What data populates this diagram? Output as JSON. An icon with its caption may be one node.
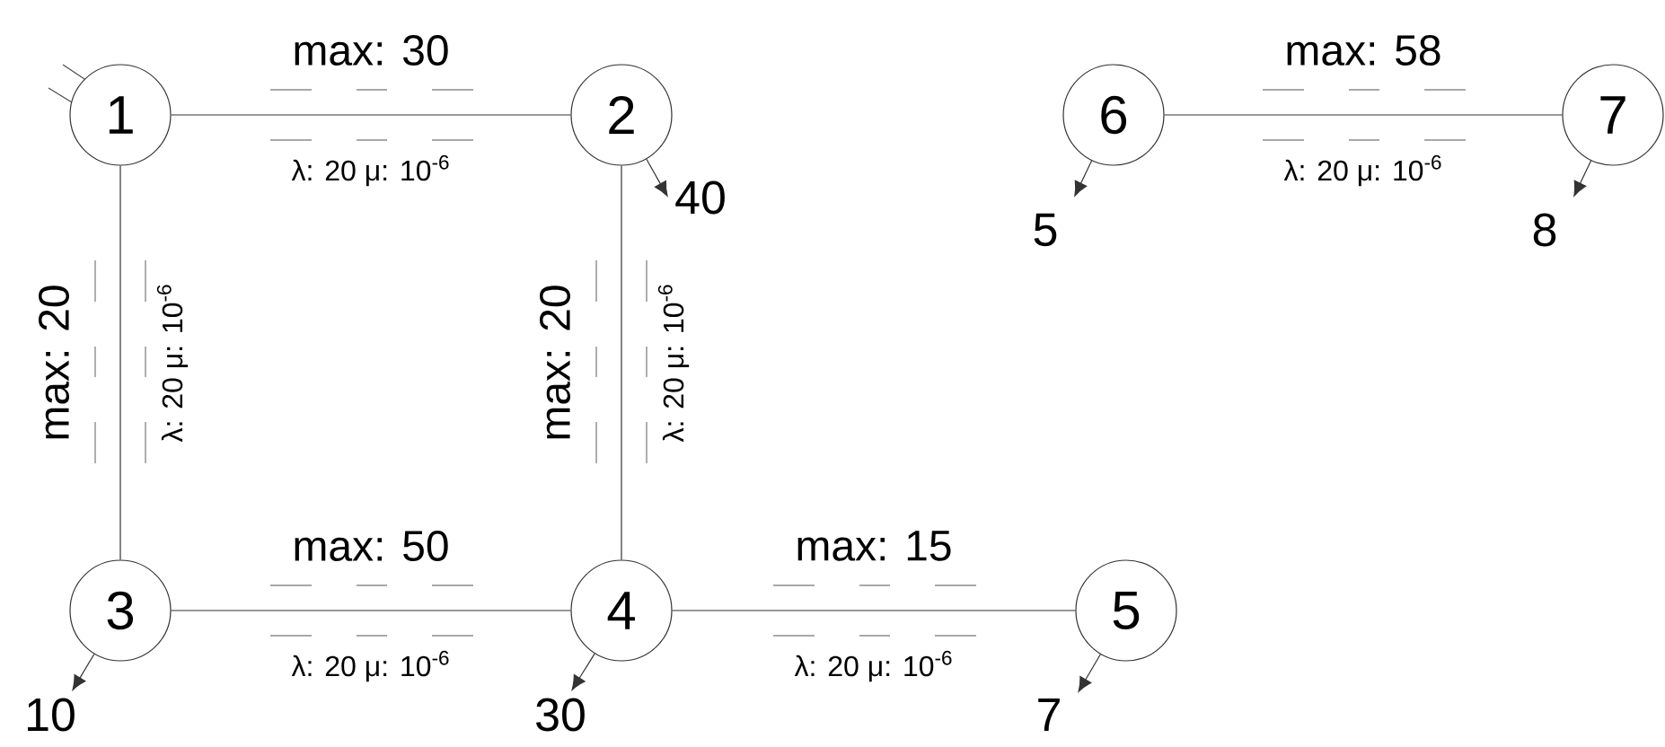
{
  "diagram": {
    "nodes": [
      {
        "text": [
          "1"
        ]
      },
      {
        "text": [
          "2"
        ]
      },
      {
        "text": [
          "6"
        ]
      },
      {
        "text": [
          "7"
        ]
      },
      {
        "text": [
          "3"
        ]
      },
      {
        "text": [
          "4"
        ]
      },
      {
        "text": [
          "5"
        ]
      }
    ],
    "edges": [
      {
        "from": 0,
        "to": 1,
        "arrow": "none",
        "label": "max: 30"
      },
      {
        "from": 2,
        "to": 3,
        "arrow": "none",
        "label": "max: 58"
      },
      {
        "from": 0,
        "to": 4,
        "arrow": "none",
        "label": "max: 20"
      },
      {
        "from": 1,
        "to": 5,
        "arrow": "none",
        "label": "max: 20"
      },
      {
        "from": 4,
        "to": 5,
        "arrow": "none",
        "label": "max: 50"
      },
      {
        "from": 5,
        "to": 6,
        "arrow": "none",
        "label": "max: 15"
      },
      {
        "from": 1,
        "to": null,
        "arrow": "to",
        "label": "40"
      },
      {
        "from": 2,
        "to": null,
        "arrow": "to",
        "label": "5"
      },
      {
        "from": 3,
        "to": null,
        "arrow": "to",
        "label": "8"
      },
      {
        "from": 4,
        "to": null,
        "arrow": "to",
        "label": "10"
      },
      {
        "from": 5,
        "to": null,
        "arrow": "to",
        "label": "30"
      },
      {
        "from": 6,
        "to": null,
        "arrow": "to",
        "label": "7"
      }
    ],
    "labels": [
      "λ: 20 μ: 10$^{-6}$",
      "λ: 20 μ: 10$^{-6}$",
      "λ: 20 μ: 10$^{-6}$",
      "λ: 20 μ: 10$^{-6}$",
      "λ: 20 μ: 10$^{-6}$",
      "λ: 20 μ: 10$^{-6}$"
    ]
  }
}
